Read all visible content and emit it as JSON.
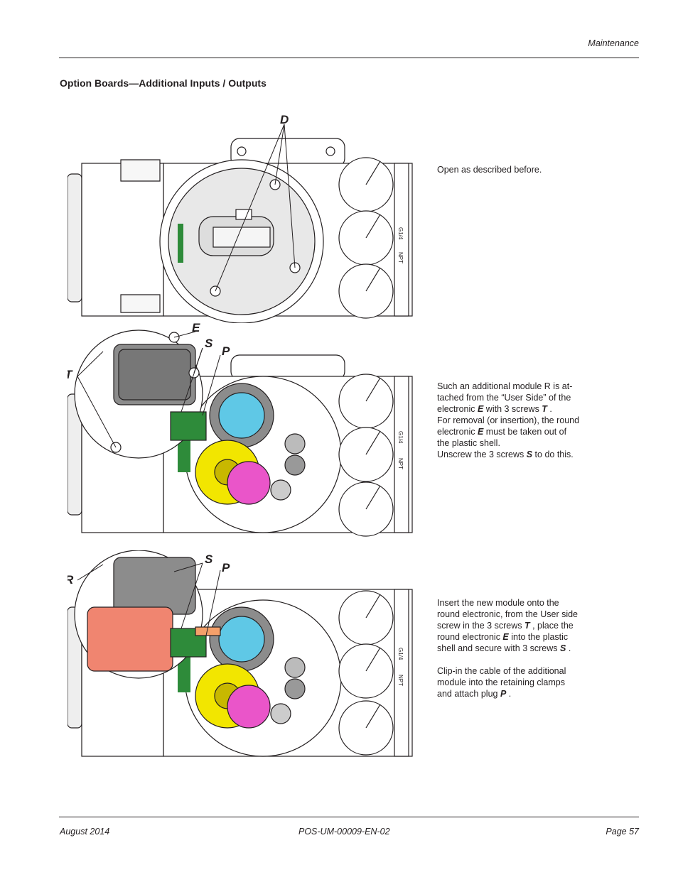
{
  "header": {
    "section": "Maintenance"
  },
  "title": "Option Boards—Additional Inputs / Outputs",
  "steps": [
    {
      "lines": [
        "Open as described before."
      ]
    },
    {
      "lines": [
        [
          [
            "Such an additional module R is at-"
          ]
        ],
        [
          [
            "tached from the “User Side” of the"
          ]
        ],
        [
          [
            "electronic "
          ],
          [
            "E",
            "b"
          ],
          [
            "  with 3 screws "
          ],
          [
            "T",
            "b"
          ],
          [
            " ."
          ]
        ],
        [
          [
            "For removal (or insertion), the round"
          ]
        ],
        [
          [
            "electronic "
          ],
          [
            "E",
            "b"
          ],
          [
            "  must be taken out of"
          ]
        ],
        [
          [
            "the plastic shell."
          ]
        ],
        [
          [
            "Unscrew the 3 screws "
          ],
          [
            "S",
            "b"
          ],
          [
            "  to do this."
          ]
        ]
      ]
    },
    {
      "lines": [
        [
          [
            "Insert the new module onto the"
          ]
        ],
        [
          [
            "round electronic, from the User side"
          ]
        ],
        [
          [
            "screw in the 3 screws "
          ],
          [
            "T",
            "b"
          ],
          [
            " , place the"
          ]
        ],
        [
          [
            "round electronic "
          ],
          [
            "E",
            "b"
          ],
          [
            "  into the plastic"
          ]
        ],
        [
          [
            "shell and secure with 3 screws "
          ],
          [
            "S",
            "b"
          ],
          [
            " ."
          ]
        ],
        [
          [
            ""
          ]
        ],
        [
          [
            "Clip-in the cable of the additional"
          ]
        ],
        [
          [
            "module into the retaining clamps"
          ]
        ],
        [
          [
            "and attach plug "
          ],
          [
            "P",
            "b"
          ],
          [
            " ."
          ]
        ]
      ]
    }
  ],
  "callouts": {
    "d": "D",
    "e": "E",
    "s": "S",
    "p": "P",
    "t": "T",
    "r": "R"
  },
  "gauge_labels": {
    "port_top": "G1/4",
    "port_bottom": "NPT"
  },
  "footer": {
    "date": "August 2014",
    "doc_id": "POS-UM-00009-EN-02",
    "page": "Page 57"
  },
  "colors": {
    "ink": "#231f20",
    "green": "#2e8b3a",
    "yellow": "#f2e600",
    "magenta": "#ea55c9",
    "cyan": "#5fc8e6",
    "salmon": "#f08570",
    "grey": "#8c8c8c",
    "light": "#e8e8e8"
  }
}
